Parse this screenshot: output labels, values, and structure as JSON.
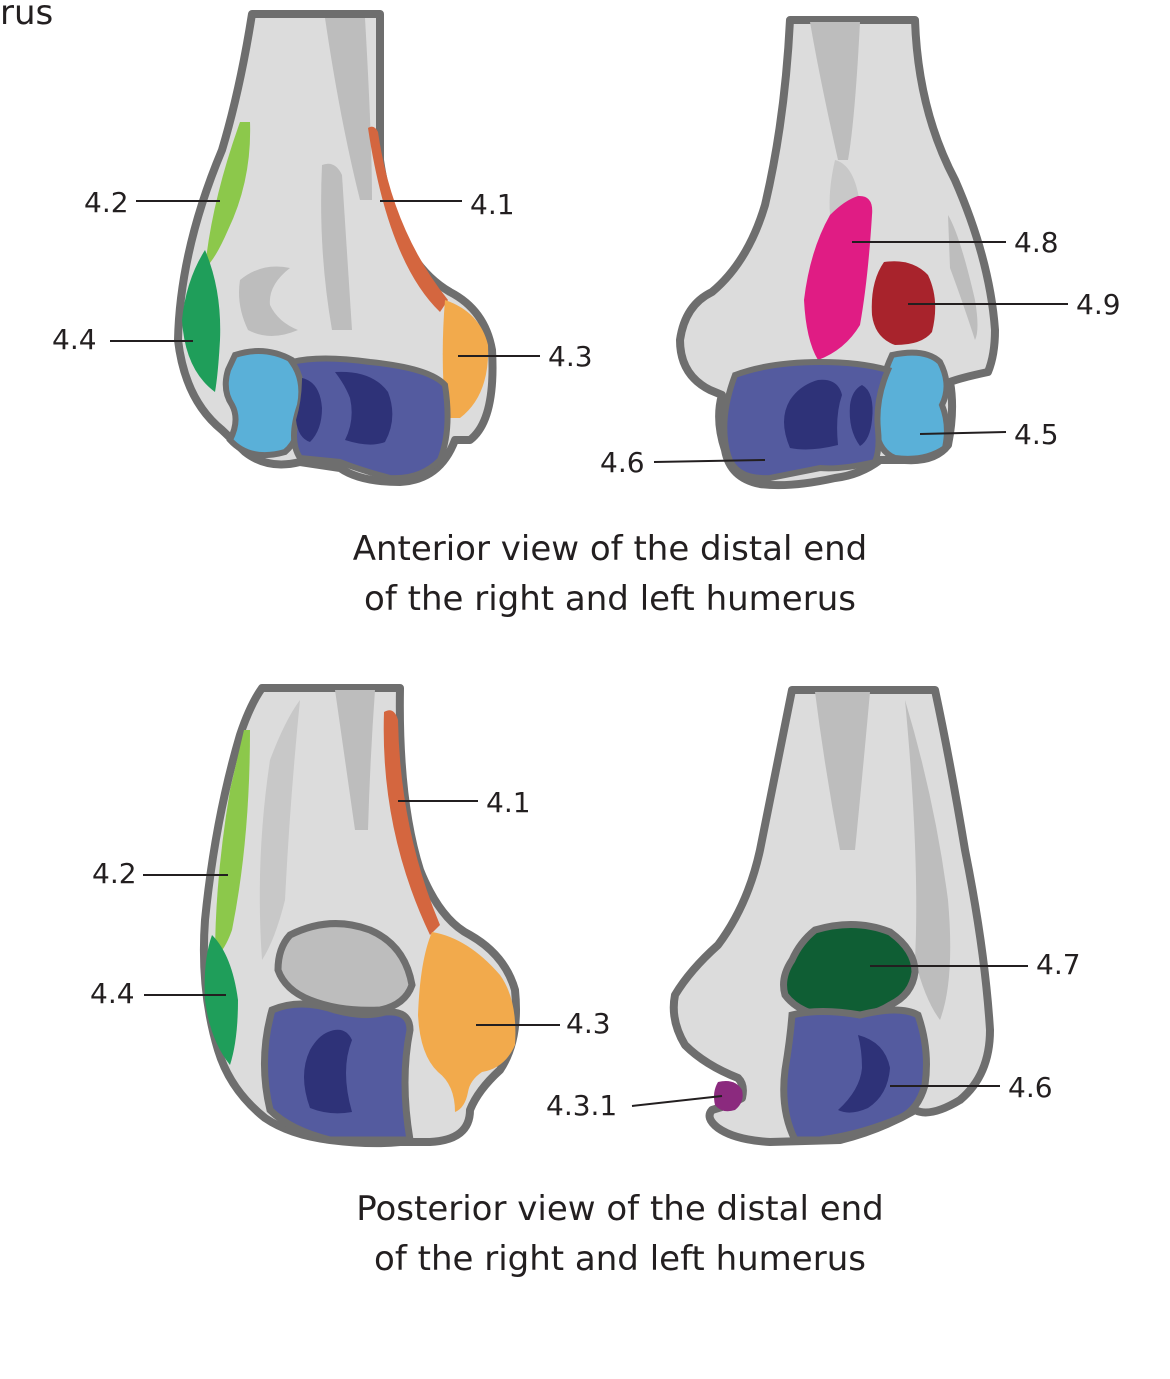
{
  "fragment_text": "rus",
  "anterior": {
    "caption_line1": "Anterior view of the distal end",
    "caption_line2": "of the right and left humerus",
    "right_labels": {
      "l42": "4.2",
      "l41": "4.1",
      "l44": "4.4",
      "l43": "4.3"
    },
    "left_labels": {
      "l48": "4.8",
      "l49": "4.9",
      "l45": "4.5",
      "l46": "4.6"
    }
  },
  "posterior": {
    "caption_line1": "Posterior view of the distal end",
    "caption_line2": "of the right and left humerus",
    "right_labels": {
      "l41": "4.1",
      "l42": "4.2",
      "l44": "4.4",
      "l43": "4.3"
    },
    "left_labels": {
      "l47": "4.7",
      "l431": "4.3.1",
      "l46": "4.6"
    }
  },
  "colors": {
    "bone_fill": "#dcdcdc",
    "bone_outline": "#6e6e6e",
    "region_4_1": "#d4663f",
    "region_4_2": "#8cc84b",
    "region_4_3": "#f2aa4c",
    "region_4_3_1": "#8b2a7e",
    "region_4_4": "#1f9e5a",
    "region_4_5": "#5ab0d8",
    "region_4_6": "#545b9f",
    "region_4_6_dark": "#2e3278",
    "region_4_7": "#0f5e34",
    "region_4_8": "#e01c84",
    "region_4_9": "#a8232c"
  }
}
